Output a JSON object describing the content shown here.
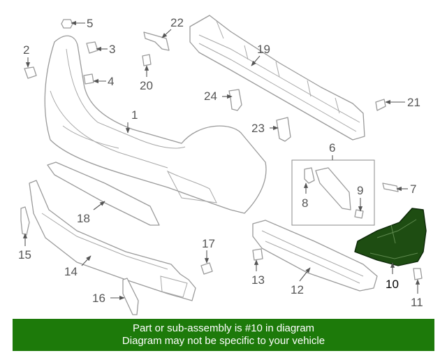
{
  "callouts": {
    "c1": "1",
    "c2": "2",
    "c3": "3",
    "c4": "4",
    "c5": "5",
    "c6": "6",
    "c7": "7",
    "c8": "8",
    "c9": "9",
    "c10": "10",
    "c11": "11",
    "c12": "12",
    "c13": "13",
    "c14": "14",
    "c15": "15",
    "c16": "16",
    "c17": "17",
    "c18": "18",
    "c19": "19",
    "c20": "20",
    "c21": "21",
    "c22": "22",
    "c23": "23",
    "c24": "24"
  },
  "highlight_color": "#1e4d12",
  "banner": {
    "line1": "Part or sub-assembly is #10 in diagram",
    "line2": "Diagram may not be specific to your vehicle",
    "color": "#1d7a0a"
  }
}
